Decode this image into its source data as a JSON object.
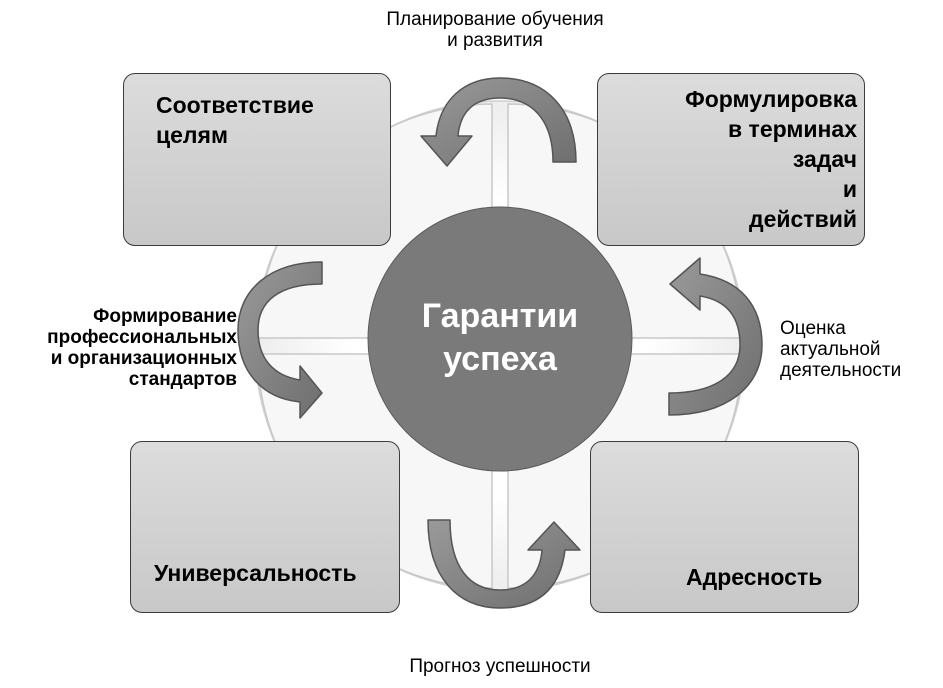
{
  "center": {
    "line1": "Гарантии",
    "line2": "успеха"
  },
  "boxes": {
    "top_left": {
      "line1": "Соответствие",
      "line2": "целям"
    },
    "top_right": {
      "line1": "Формулировка",
      "line2": "в терминах",
      "line3": "задач",
      "line4": "и",
      "line5": "действий"
    },
    "bottom_left": {
      "line1": "Универсальность"
    },
    "bottom_right": {
      "line1": "Адресность"
    }
  },
  "labels": {
    "top": {
      "line1": "Планирование обучения",
      "line2": "и развития"
    },
    "left": {
      "line1": "Формирование",
      "line2": "профессиональных",
      "line3": "и организационных",
      "line4": "стандартов"
    },
    "right": {
      "line1": "Оценка",
      "line2": "актуальной",
      "line3": "деятельности"
    },
    "bottom": {
      "line1": "Прогноз успешности"
    }
  },
  "colors": {
    "center_fill": "#7a7a7a",
    "box_fill": "#d3d3d3",
    "arrow_fill": "#8a8a8a",
    "ring_fill": "#f4f4f4"
  }
}
